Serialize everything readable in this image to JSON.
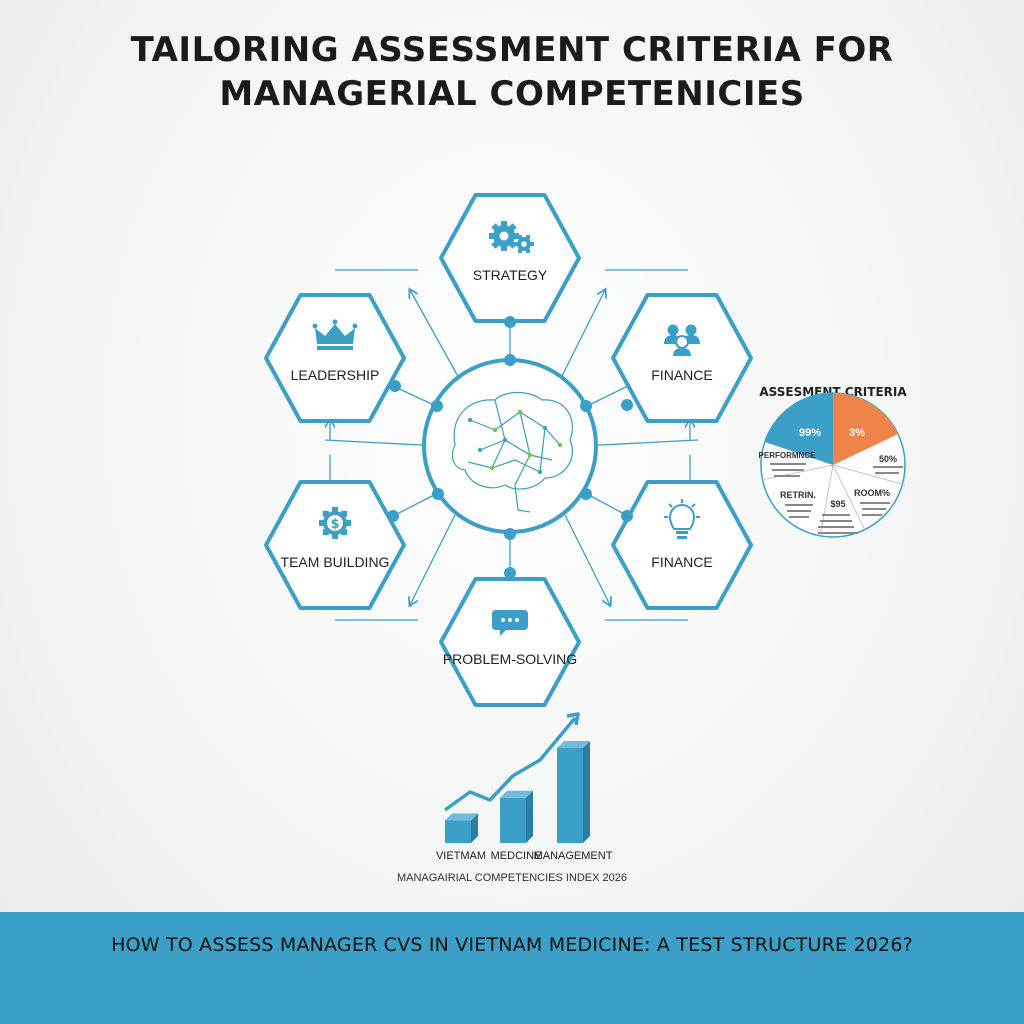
{
  "title": {
    "line1": "TAILORING ASSESSMENT CRITERIA FOR",
    "line2": "MANAGERIAL COMPETENICIES"
  },
  "hexagons": [
    {
      "id": "strategy",
      "label": "STRATEGY",
      "icon": "gears-icon"
    },
    {
      "id": "leadership",
      "label": "LEADERSHIP",
      "icon": "crown-icon"
    },
    {
      "id": "finance-top",
      "label": "FINANCE",
      "icon": "people-icon"
    },
    {
      "id": "team-building",
      "label": "TEAM BUILDING",
      "icon": "dollar-gear-icon"
    },
    {
      "id": "finance-bottom",
      "label": "FINANCE",
      "icon": "lightbulb-icon"
    },
    {
      "id": "problem-solving",
      "label": "PROBLEM-SOLVING",
      "icon": "chat-bubble-icon"
    }
  ],
  "center_icon": "brain-network-icon",
  "pie": {
    "title": "ASSESMENT CRITERIA",
    "slices": [
      {
        "label": "99%",
        "color": "#3c9fc8"
      },
      {
        "label": "3%",
        "color": "#ee8448"
      },
      {
        "label": "50%",
        "color": "#ffffff"
      },
      {
        "label": "ROOM%",
        "color": "#ffffff"
      },
      {
        "label": "$95",
        "color": "#ffffff"
      },
      {
        "label": "RETRIN.",
        "color": "#ffffff"
      },
      {
        "label": "PERFORMNCE",
        "color": "#ffffff"
      }
    ]
  },
  "chart_data": {
    "type": "bar",
    "categories": [
      "VIETMAM",
      "MEDCINE",
      "MANAGEMENT"
    ],
    "values": [
      1,
      2,
      4.2
    ],
    "title": "",
    "xlabel": "",
    "ylabel": ""
  },
  "chart_caption": "MANAGAIRIAL COMPETENCIES INDEX 2026",
  "banner": {
    "text": "HOW TO ASSESS MANAGER CVS IN VIETNAM MEDICINE: A TEST STRUCTURE 2026?",
    "color": "#3c9fc8"
  },
  "colors": {
    "accent": "#3c9fc8",
    "orange": "#ee8448"
  }
}
